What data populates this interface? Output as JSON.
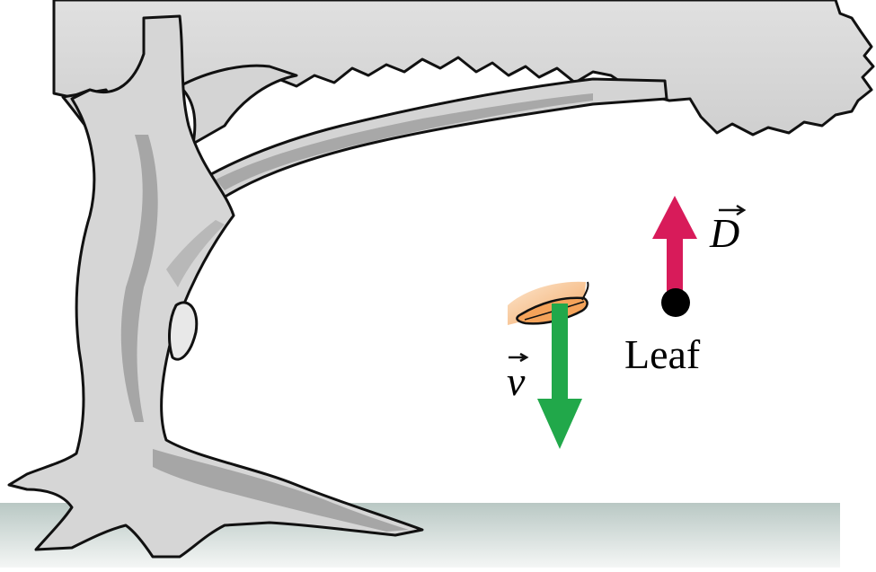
{
  "labels": {
    "drag_symbol": "D",
    "velocity_symbol": "v",
    "leaf_label": "Leaf"
  },
  "colors": {
    "drag_arrow": "#d81b5a",
    "velocity_arrow": "#21a84a",
    "tree_light": "#d9d9d9",
    "tree_mid": "#bdbdbd",
    "tree_dark": "#9e9e9e",
    "ground_top": "#b9c8c4",
    "ground_bottom": "#f2f4f3",
    "leaf_fill": "#f4a25a",
    "point_fill": "#000000"
  },
  "icons": {
    "drag_vector_arrow": "arrow-up",
    "velocity_vector_arrow": "arrow-down",
    "vector_overarrow": "right-arrow-accent"
  }
}
